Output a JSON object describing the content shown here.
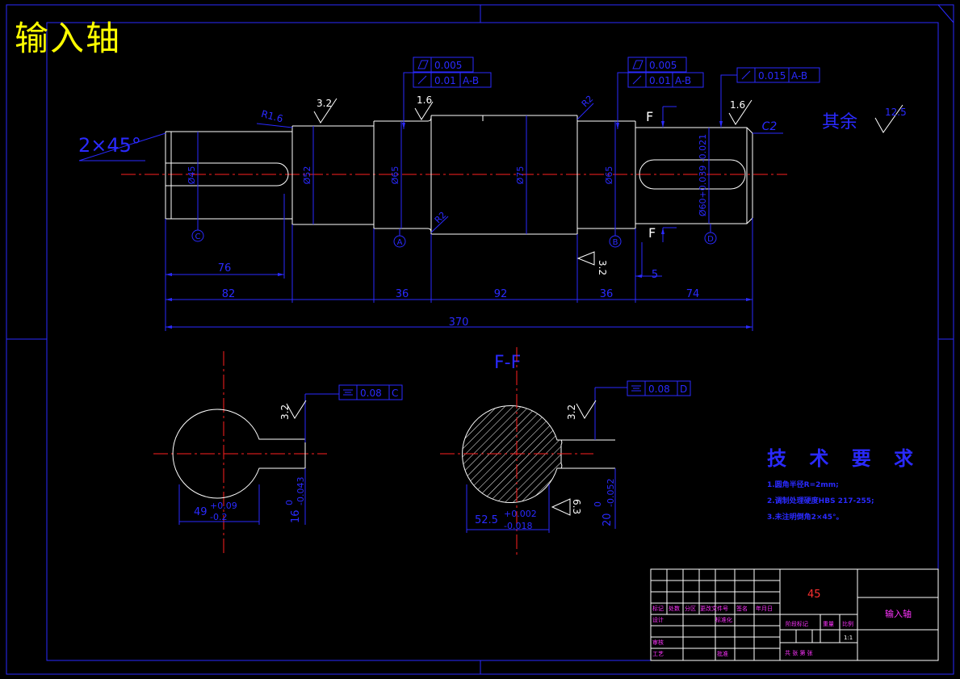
{
  "title": "输入轴",
  "chamfer_note": "2×45°",
  "rest_roughness": {
    "label": "其余",
    "value": "12.5"
  },
  "dims": {
    "d_76": "76",
    "d_82": "82",
    "d_36a": "36",
    "d_92": "92",
    "d_36b": "36",
    "d_74": "74",
    "d_370": "370",
    "d_5": "5",
    "radius_left": "R1.6",
    "radius_mid": "R2",
    "radius_right": "R2",
    "chamfer_right": "C2",
    "dia_c": "Ø45",
    "dia_52": "Ø52",
    "dia_a": "Ø65",
    "dia_75": "Ø75",
    "dia_b": "Ø65",
    "dia_d": "Ø60+0.039 -0.021"
  },
  "roughness": {
    "r1": "3.2",
    "r2": "1.6",
    "r3": "1.6",
    "r4": "3.2",
    "r5": "3.2",
    "r6": "3.2",
    "r7": "6.3"
  },
  "datums": {
    "c": "C",
    "a": "A",
    "b": "B",
    "d": "D"
  },
  "gdt": {
    "left_top": {
      "value": "0.005"
    },
    "left_bottom": {
      "value": "0.01",
      "ref": "A-B"
    },
    "mid_top": {
      "value": "0.005"
    },
    "mid_bottom": {
      "value": "0.01",
      "ref": "A-B"
    },
    "right": {
      "value": "0.015",
      "ref": "A-B"
    },
    "sec1": {
      "value": "0.08",
      "ref": "C"
    },
    "sec2": {
      "value": "0.08",
      "ref": "D"
    }
  },
  "section_label": "F-F",
  "section_mark": "F",
  "sec1_dims": {
    "width_main": "49",
    "width_upper": "+0.09",
    "width_lower": "-0.2",
    "key_main": "16",
    "key_upper": "0",
    "key_lower": "-0.043"
  },
  "sec2_dims": {
    "width_main": "52.5",
    "width_upper": "+0.002",
    "width_lower": "-0.018",
    "key_main": "20",
    "key_upper": "0",
    "key_lower": "-0.052"
  },
  "tech": {
    "title": "技 术 要 求",
    "items": [
      "1.圆角半径R=2mm;",
      "2.调制处理硬度HBS 217-255;",
      "3.未注明倒角2×45°。"
    ]
  },
  "title_block": {
    "material": "45",
    "part_name": "输入轴",
    "headers": [
      "标记",
      "处数",
      "分区",
      "更改文件号",
      "签名",
      "年月日"
    ],
    "design": "设计",
    "standard": "标准化",
    "review": "审核",
    "process": "工艺",
    "approve": "批准",
    "stage_mark": "阶段标记",
    "weight": "重量",
    "scale": "比例",
    "scale_value": "1:1",
    "sheets": "共  张 第  张"
  },
  "colors": {
    "outline": "#ffffff",
    "dim": "#2a2aff",
    "center": "#ff2020",
    "title": "#ffff00",
    "block_text": "#ff33ff"
  }
}
